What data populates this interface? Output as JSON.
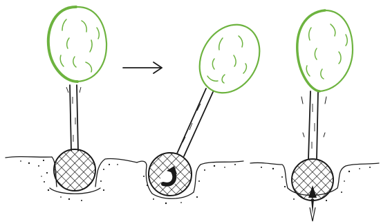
{
  "colors": {
    "canopy": "#6db33f",
    "ink": "#1a1a1a",
    "background": "#ffffff"
  },
  "panels": [
    {
      "state": "upright",
      "ball_mark": "none"
    },
    {
      "state": "tilted",
      "ball_mark": "rotation-arrow"
    },
    {
      "state": "upright-anchored",
      "ball_mark": "spike"
    }
  ],
  "icons": [
    "right-arrow-icon",
    "rotation-arrow-icon",
    "spike-icon"
  ]
}
